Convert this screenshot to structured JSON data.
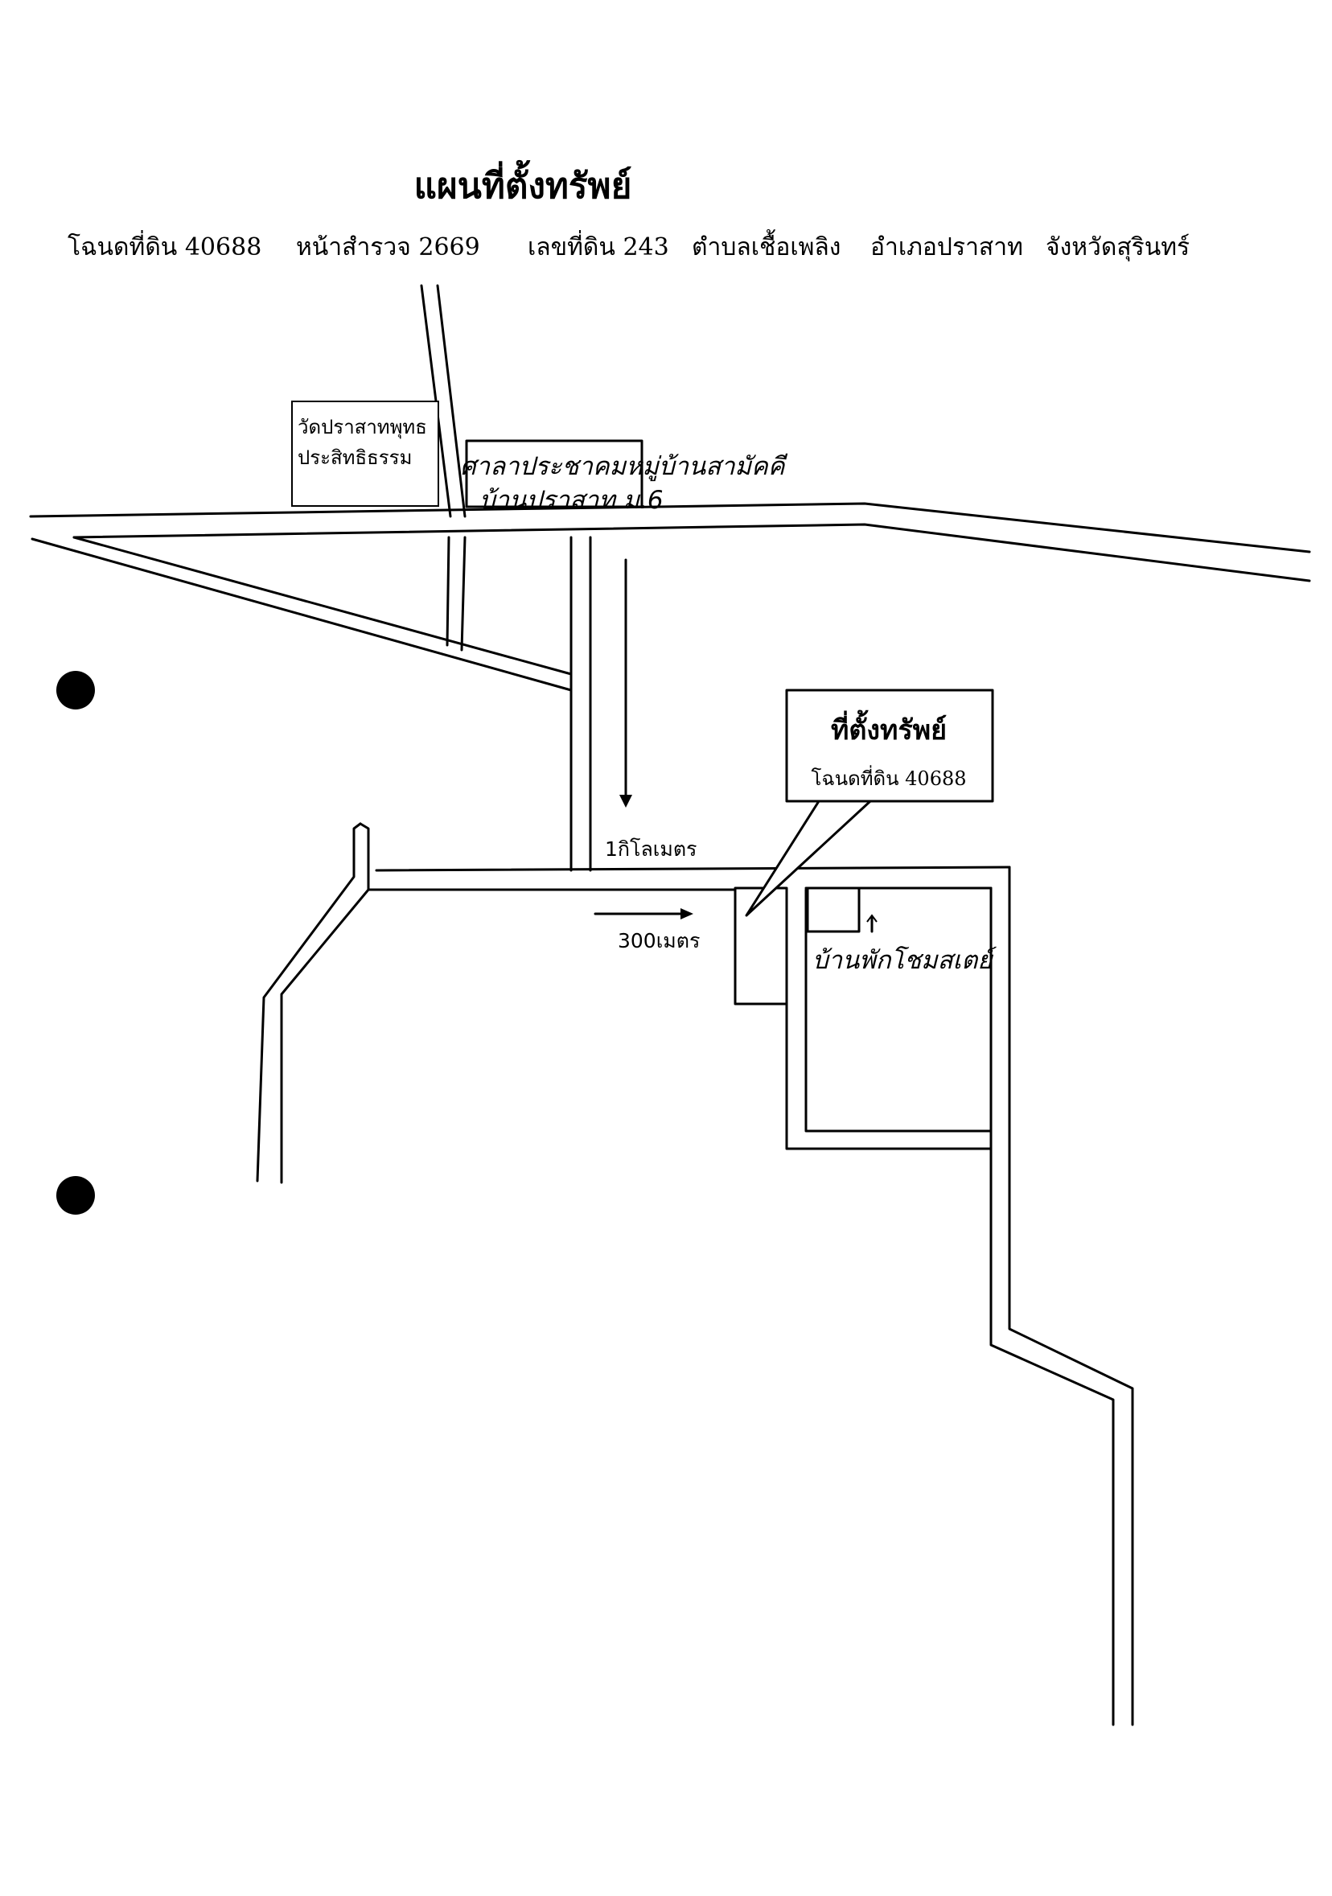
{
  "title": "แผนที่ตั้งทรัพย์",
  "header_info": {
    "deed": "โฉนดที่ดิน 40688",
    "survey_page": "หน้าสำรวจ 2669",
    "land_number": "เลขที่ดิน 243",
    "subdistrict": "ตำบลเชื้อเพลิง",
    "district": "อำเภอปราสาท",
    "province": "จังหวัดสุรินทร์"
  },
  "landmarks": {
    "temple_line1": "วัดปราสาทพุทธ",
    "temple_line2": "ประสิทธิธรรม",
    "hall_line1": "ศาลาประชาคมหมู่บ้านสามัคคี",
    "hall_line2": "บ้านปราสาท ม.6",
    "homestay": "บ้านพักโชมสเตย์"
  },
  "callout": {
    "title": "ที่ตั้งทรัพย์",
    "subtitle": "โฉนดที่ดิน 40688"
  },
  "distances": {
    "road_1km": "1กิโลเมตร",
    "road_300m": "300เมตร"
  },
  "style": {
    "line_color": "#000000",
    "paper_color": "#ffffff"
  }
}
